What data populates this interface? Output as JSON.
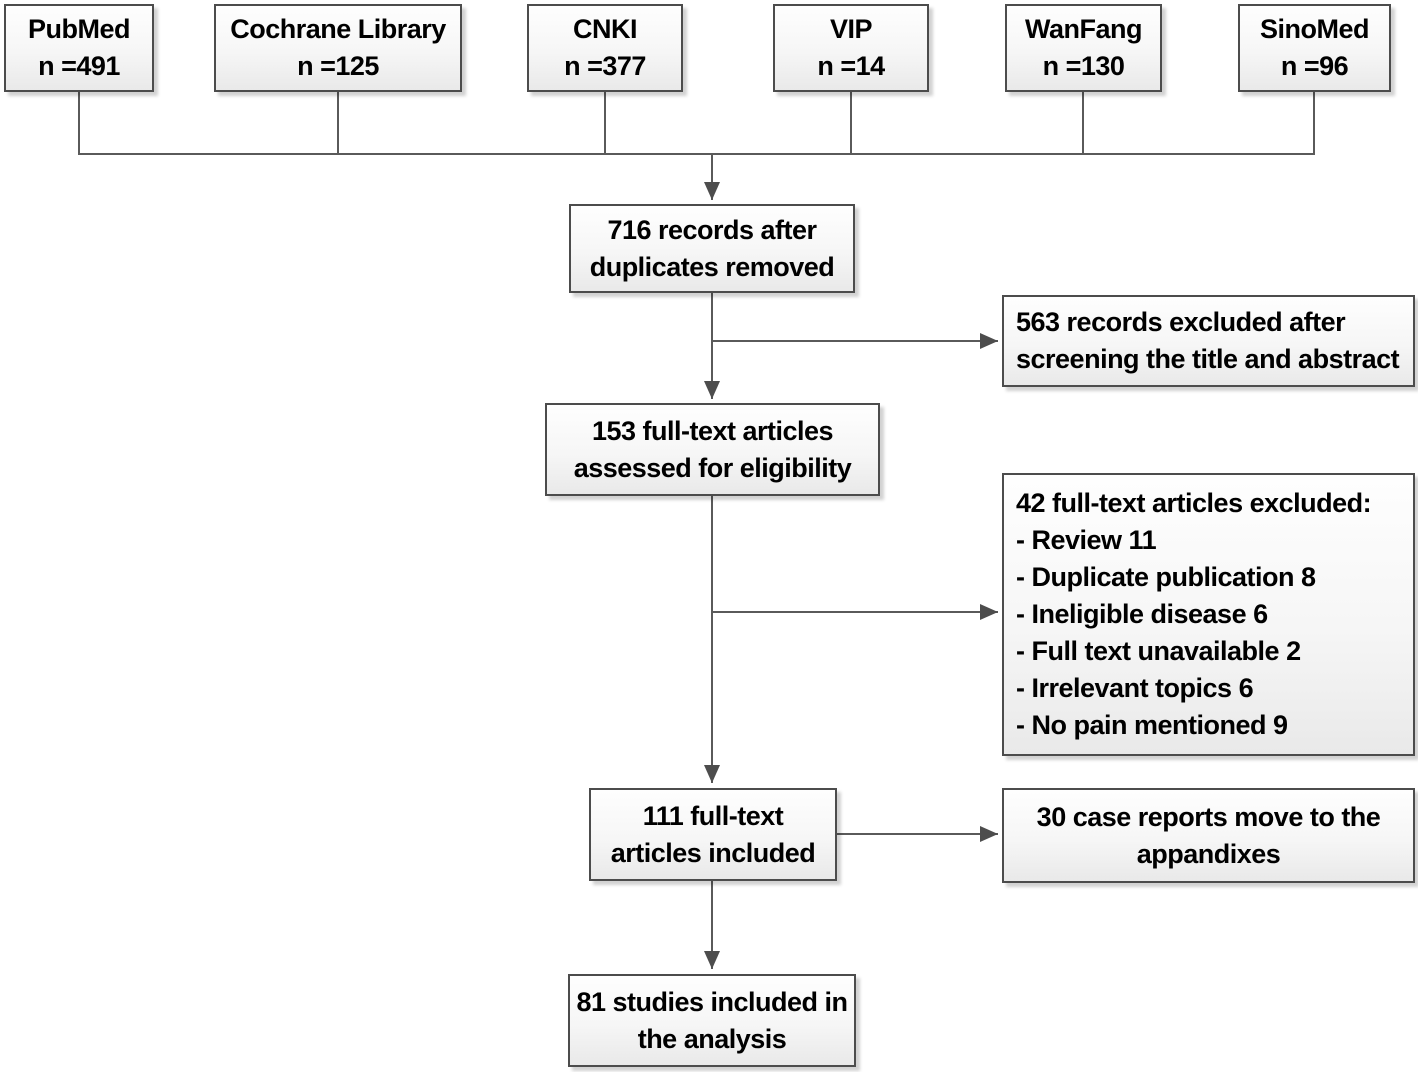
{
  "diagram_type": "prisma-flowchart",
  "colors": {
    "box_border": "#4c4c4c",
    "connector_line": "#5a5a5a",
    "arrowhead": "#4d4d4d",
    "box_fill_top": "#fefefe",
    "box_fill_bottom": "#e9e9e9",
    "text": "#000000",
    "background": "#ffffff"
  },
  "sources": [
    {
      "label": "PubMed",
      "count": "n =491"
    },
    {
      "label": "Cochrane Library",
      "count": "n =125"
    },
    {
      "label": "CNKI",
      "count": "n =377"
    },
    {
      "label": "VIP",
      "count": "n =14"
    },
    {
      "label": "WanFang",
      "count": "n =130"
    },
    {
      "label": "SinoMed",
      "count": "n =96"
    }
  ],
  "nodes": {
    "dedup": "716 records after\nduplicates removed",
    "screened_excluded": "563 records excluded after\nscreening the title and abstract",
    "eligibility": "153 full-text articles\nassessed for eligibility",
    "fulltext_excluded": "42 full-text articles excluded:\n- Review 11\n- Duplicate publication 8\n- Ineligible disease 6\n- Full text unavailable 2\n- Irrelevant topics 6\n- No pain mentioned 9",
    "included": "111 full-text\narticles included",
    "case_reports": "30 case reports move to the\nappandixes",
    "final": "81 studies included in\nthe analysis"
  }
}
